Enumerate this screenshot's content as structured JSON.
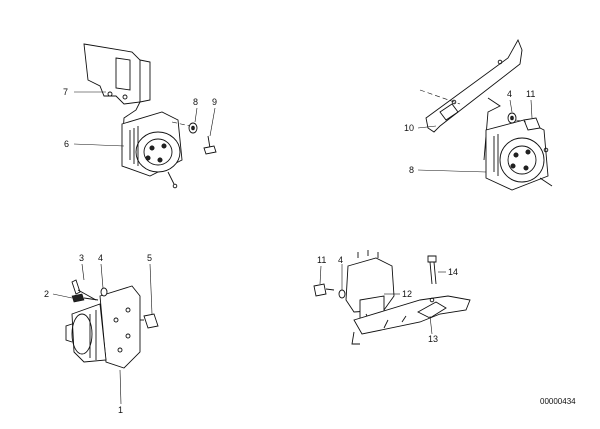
{
  "diagram": {
    "drawing_number": "00000434",
    "callouts": {
      "g1_bracket": "7",
      "g1_motor": "6",
      "g1_washer": "8",
      "g1_screw": "9",
      "g2_bracket": "10",
      "g2_washer": "4",
      "g2_screw": "11",
      "g2_motor": "8",
      "g3_bolt": "3",
      "g3_washer": "4",
      "g3_nut": "2",
      "g3_connector": "5",
      "g3_motor": "1",
      "g4_screw": "11",
      "g4_washer": "4",
      "g4_motor": "12",
      "g4_bolt": "14",
      "g4_bracket": "13"
    }
  }
}
